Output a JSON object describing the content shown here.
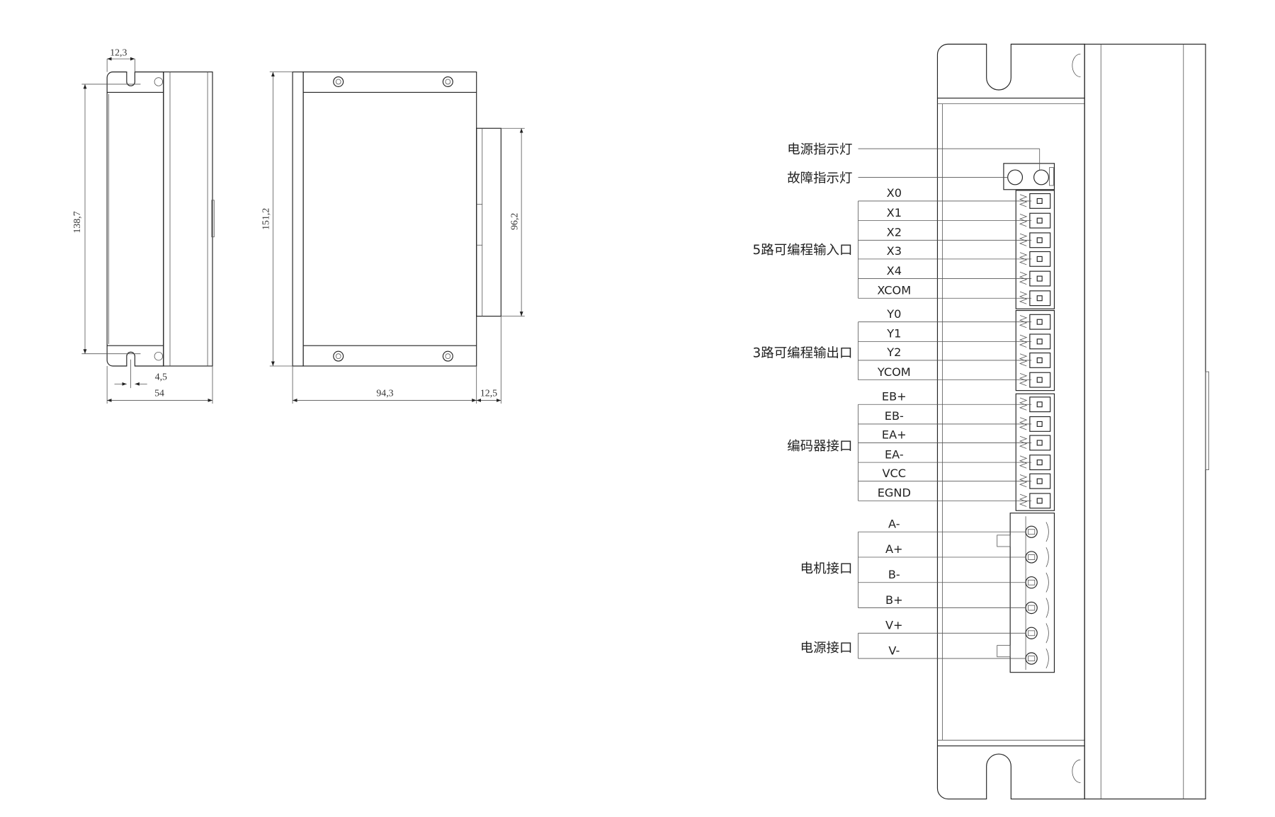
{
  "dimensions": {
    "flange_slot_width": "12,3",
    "side_height": "138,7",
    "slot_offset": "4,5",
    "side_depth": "54",
    "front_height": "151,2",
    "connector_height": "96,2",
    "front_width": "94,3",
    "connector_depth": "12,5"
  },
  "indicators": {
    "power_led": "电源指示灯",
    "fault_led": "故障指示灯"
  },
  "groups": [
    {
      "label": "5路可编程输入口",
      "pins": [
        "X0",
        "X1",
        "X2",
        "X3",
        "X4",
        "XCOM"
      ]
    },
    {
      "label": "3路可编程输出口",
      "pins": [
        "Y0",
        "Y1",
        "Y2",
        "YCOM"
      ]
    },
    {
      "label": "编码器接口",
      "pins": [
        "EB+",
        "EB-",
        "EA+",
        "EA-",
        "VCC",
        "EGND"
      ]
    },
    {
      "label": "电机接口",
      "pins": [
        "A-",
        "A+",
        "B-",
        "B+"
      ]
    },
    {
      "label": "电源接口",
      "pins": [
        "V+",
        "V-"
      ]
    }
  ]
}
